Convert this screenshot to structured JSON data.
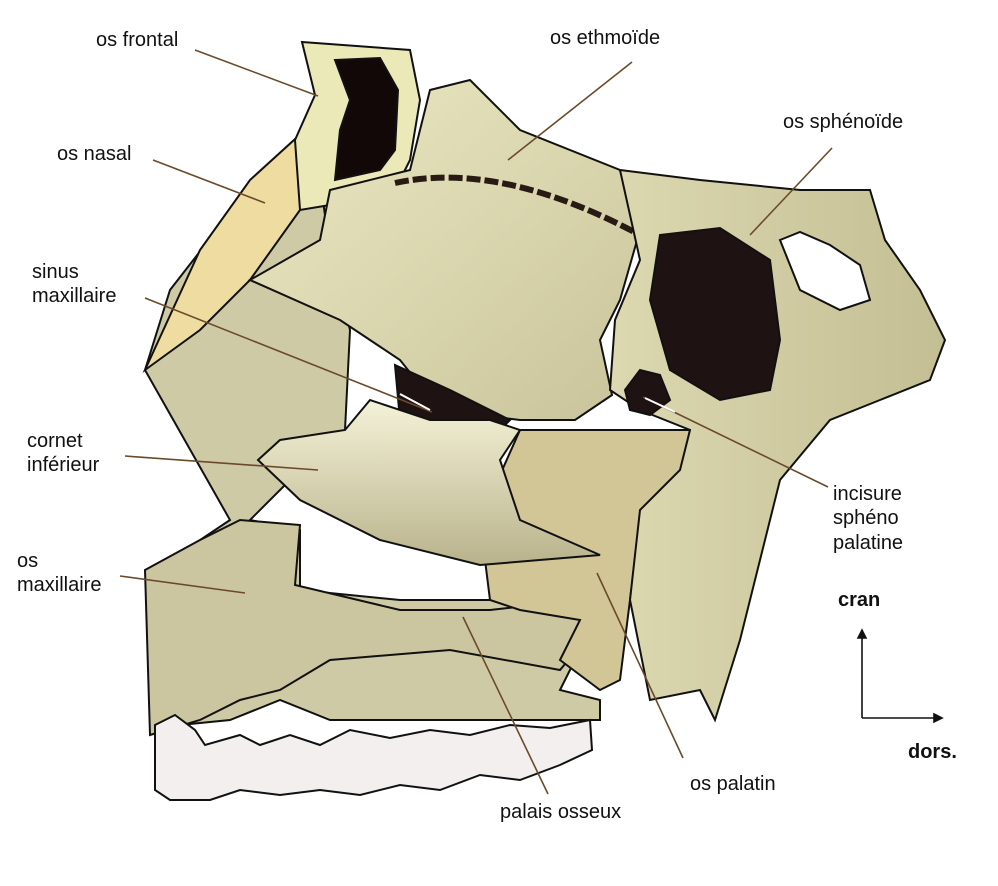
{
  "labels": {
    "os_frontal": "os frontal",
    "os_ethmoide": "os ethmoïde",
    "os_sphenoide": "os sphénoïde",
    "os_nasal": "os nasal",
    "sinus_maxillaire": [
      "sinus",
      "maxillaire"
    ],
    "cornet_inferieur": [
      "cornet",
      "inférieur"
    ],
    "os_maxillaire": [
      "os",
      "maxillaire"
    ],
    "incisure": [
      "incisure",
      "sphéno",
      "palatine"
    ],
    "os_palatin": "os palatin",
    "palais_osseux": "palais osseux"
  },
  "orientation": {
    "up": "cran",
    "right": "dors."
  },
  "colors": {
    "bone_light": "#e4e0b4",
    "bone_mid": "#d2cda6",
    "bone_dark": "#c7c09a",
    "nasal": "#efdca0",
    "cavity": "#1e1212",
    "teeth": "#f2efee",
    "leader": "#6b4a2a"
  }
}
